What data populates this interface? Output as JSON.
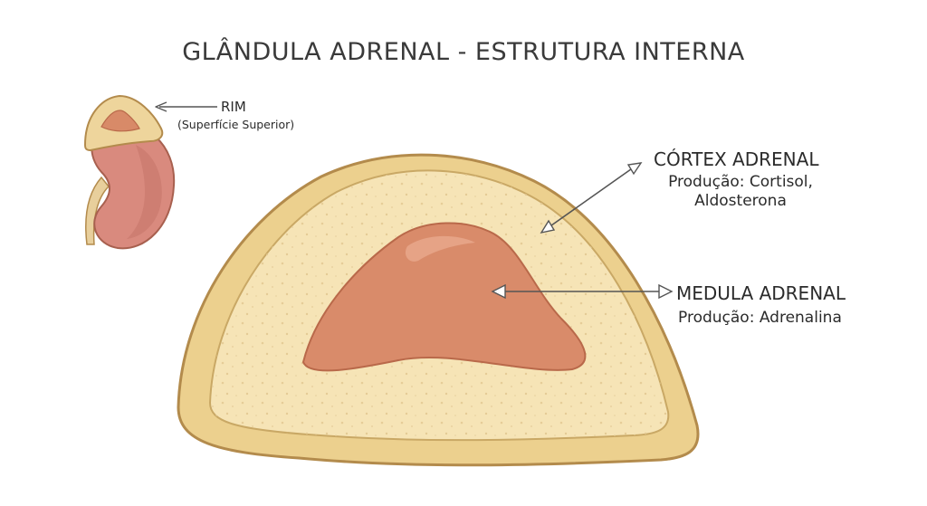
{
  "title": "GLÂNDULA ADRENAL - ESTRUTURA INTERNA",
  "kidney": {
    "label": "RIM",
    "sublabel": "(Superfície Superior)"
  },
  "cortex": {
    "label": "CÓRTEX ADRENAL",
    "sublabel": "Produção: Cortisol, Aldosterona"
  },
  "medulla": {
    "label": "MEDULA ADRENAL",
    "sublabel": "Produção: Adrenalina"
  },
  "colors": {
    "capsule": "#ecd08e",
    "cortex": "#f6e4b6",
    "medulla": "#d98b6a",
    "kidney": "#d98a7e",
    "outline": "#b38b4c",
    "arrow": "#555555"
  }
}
